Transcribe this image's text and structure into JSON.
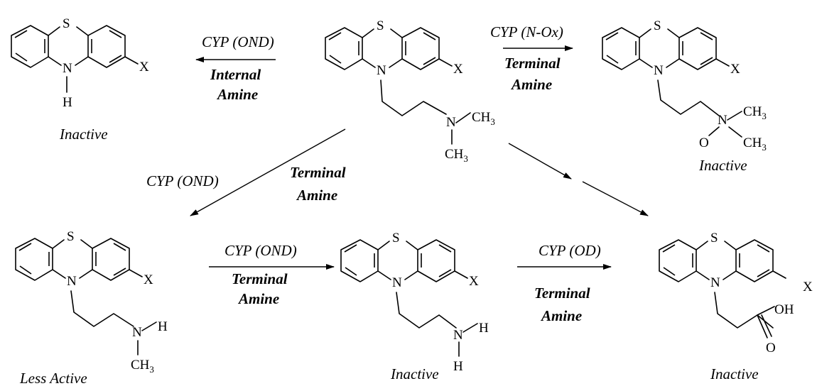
{
  "atoms": {
    "sulfur": "S",
    "nitrogen": "N",
    "hydrogen": "H",
    "oxygen": "O",
    "substituent": "X",
    "methyl": "CH",
    "methyl_sub": "3",
    "hydroxyl": "OH"
  },
  "reactions": {
    "internal_ond": {
      "enzyme": "CYP (OND)",
      "site_line1": "Internal",
      "site_line2": "Amine"
    },
    "n_ox": {
      "enzyme": "CYP (N-Ox)",
      "site_line1": "Terminal",
      "site_line2": "Amine"
    },
    "terminal_ond_1": {
      "enzyme": "CYP (OND)",
      "site_line1": "Terminal",
      "site_line2": "Amine"
    },
    "terminal_ond_2": {
      "enzyme": "CYP (OND)",
      "site_line1": "Terminal",
      "site_line2": "Amine"
    },
    "od": {
      "enzyme": "CYP (OD)",
      "site_line1": "Terminal",
      "site_line2": "Amine"
    }
  },
  "activities": {
    "desalkyl": "Inactive",
    "n_oxide": "Inactive",
    "monodesmethyl": "Less Active",
    "didesmethyl": "Inactive",
    "acid": "Inactive"
  }
}
